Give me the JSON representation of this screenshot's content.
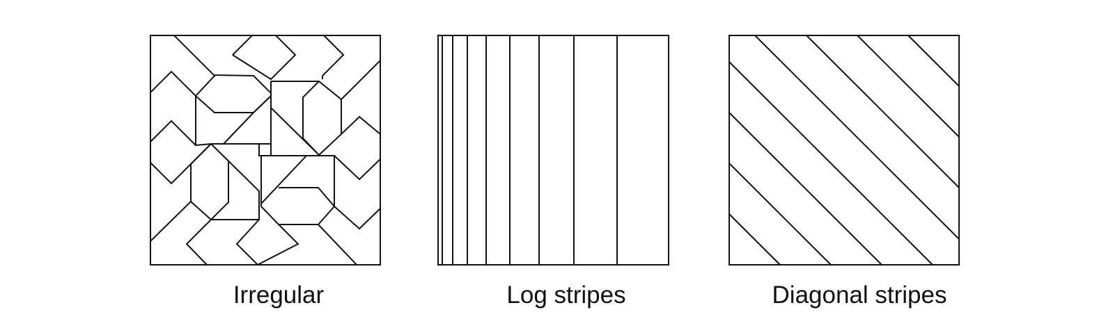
{
  "panels": [
    {
      "id": "irregular",
      "label": "Irregular"
    },
    {
      "id": "log",
      "label": "Log stripes"
    },
    {
      "id": "diagonal",
      "label": "Diagonal stripes"
    }
  ],
  "colors": {
    "stroke": "#111111",
    "background": "#ffffff"
  }
}
